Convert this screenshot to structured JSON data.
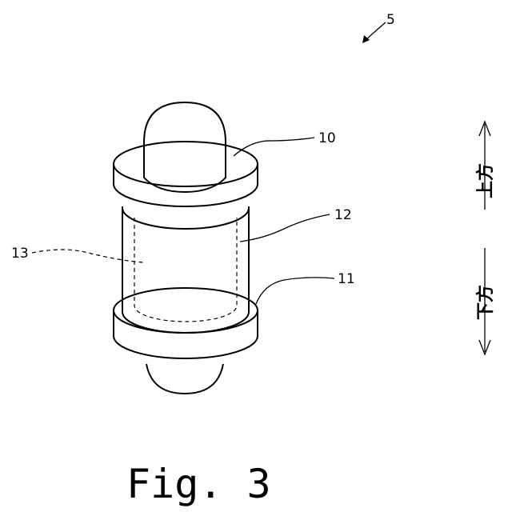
{
  "figure": {
    "reference_number": "5",
    "parts": [
      {
        "number": "10"
      },
      {
        "number": "12"
      },
      {
        "number": "13"
      },
      {
        "number": "11"
      }
    ],
    "direction": {
      "up": "上方",
      "down": "下方"
    },
    "caption": "Fig. 3"
  }
}
